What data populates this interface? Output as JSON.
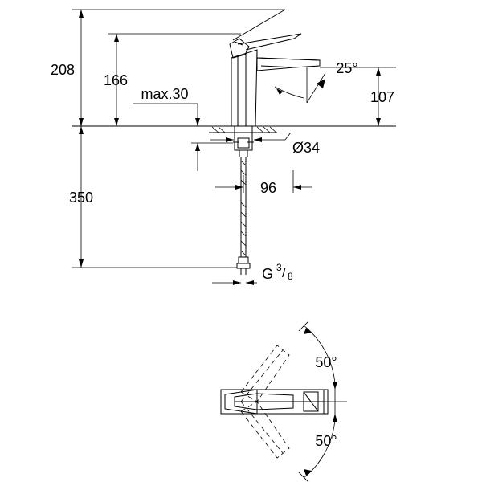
{
  "drawing": {
    "dimensions": {
      "total_height": "208",
      "spout_height": "166",
      "max_thickness": "max.30",
      "handle_angle": "25°",
      "outlet_height": "107",
      "hole_diameter": "Ø34",
      "projection": "96",
      "hose_length": "350",
      "thread": "G",
      "thread_fraction_num": "3",
      "thread_fraction_den": "8",
      "swivel_angle_top": "50°",
      "swivel_angle_bottom": "50°"
    }
  }
}
